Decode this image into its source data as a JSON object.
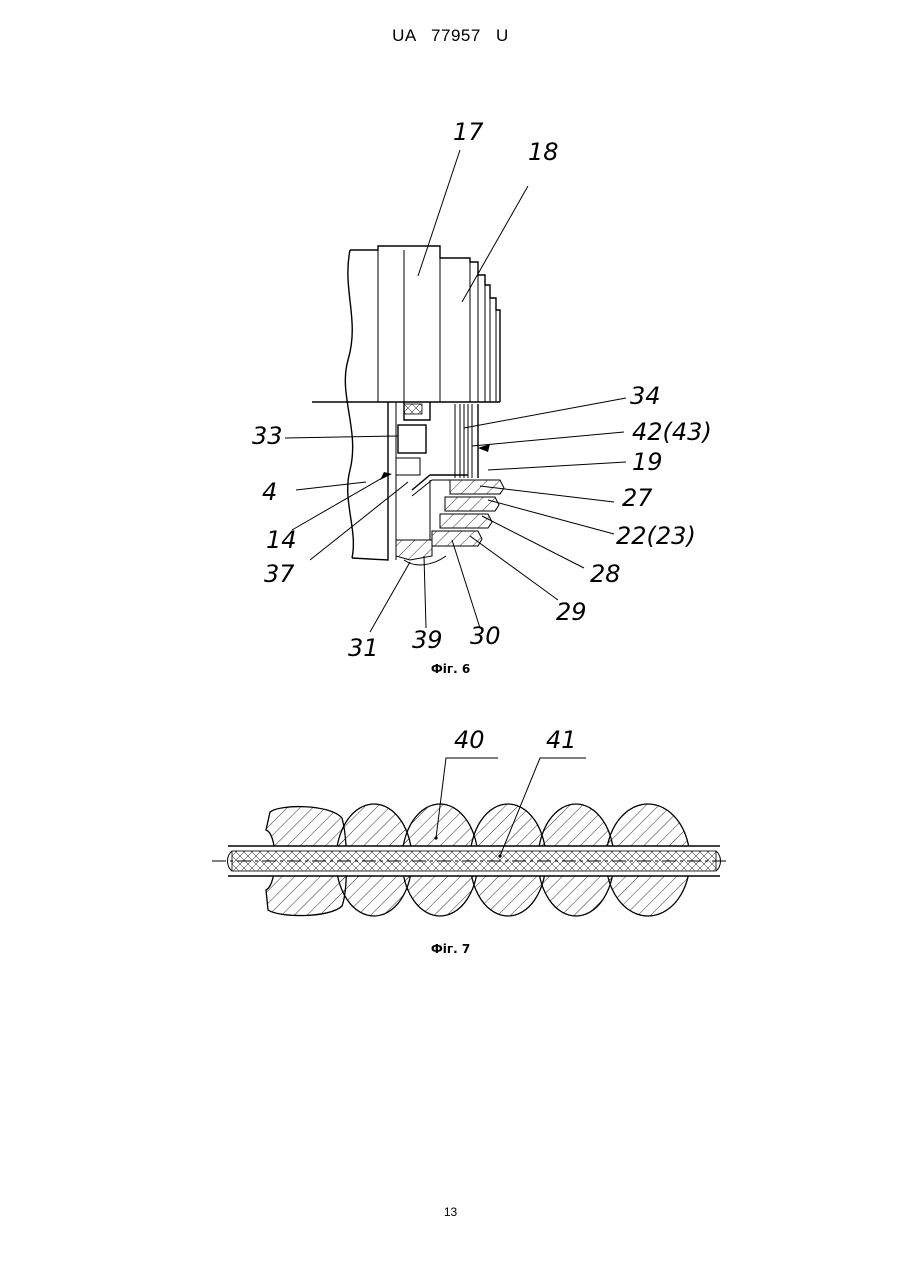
{
  "header": {
    "text": "UA 77957 U"
  },
  "fig6": {
    "caption": "Фіг. 6",
    "labels": [
      "17",
      "18",
      "34",
      "42(43)",
      "19",
      "27",
      "22(23)",
      "28",
      "29",
      "30",
      "39",
      "31",
      "37",
      "14",
      "4",
      "33"
    ]
  },
  "fig7": {
    "caption": "Фіг. 7",
    "labels": [
      "40",
      "41"
    ]
  },
  "footer": {
    "page_number": "13"
  }
}
